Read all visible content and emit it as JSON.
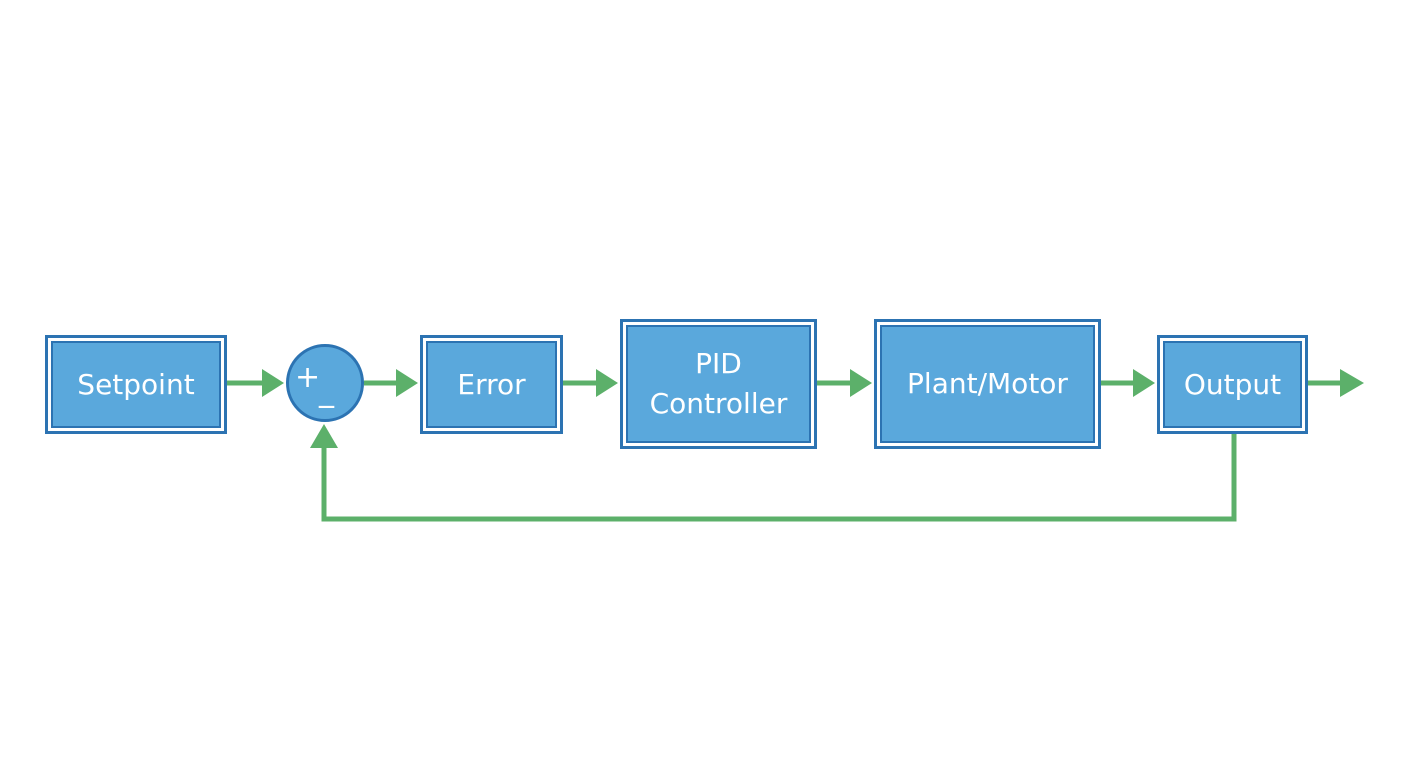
{
  "diagram": {
    "blocks": {
      "setpoint": "Setpoint",
      "error": "Error",
      "pid_line1": "PID",
      "pid_line2": "Controller",
      "plant": "Plant/Motor",
      "output": "Output"
    },
    "summing_junction": {
      "plus": "+",
      "minus": "_"
    },
    "colors": {
      "block_fill": "#5aa8dc",
      "block_border": "#2c73b2",
      "arrow": "#5cb06a",
      "text": "#ffffff",
      "background": "#ffffff"
    }
  }
}
